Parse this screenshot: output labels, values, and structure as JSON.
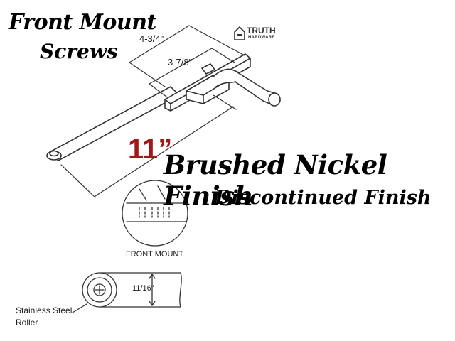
{
  "header": {
    "line1": "Front Mount",
    "line2": "Screws"
  },
  "finish": {
    "title": "Brushed Nickel Finish",
    "subtitle": "Discontinued Finish"
  },
  "brand": {
    "name": "TRUTH",
    "sub": "HARDWARE"
  },
  "dimensions": {
    "overall_length": "11”",
    "span_outer": "4-3/4\"",
    "span_inner": "3-7/8\"",
    "roller_width": "11/16\""
  },
  "callouts": {
    "front_mount": "FRONT MOUNT",
    "roller_line1": "Stainless Steel",
    "roller_line2": "Roller"
  },
  "colors": {
    "length_label": "#a01919",
    "line_art": "#333333"
  }
}
